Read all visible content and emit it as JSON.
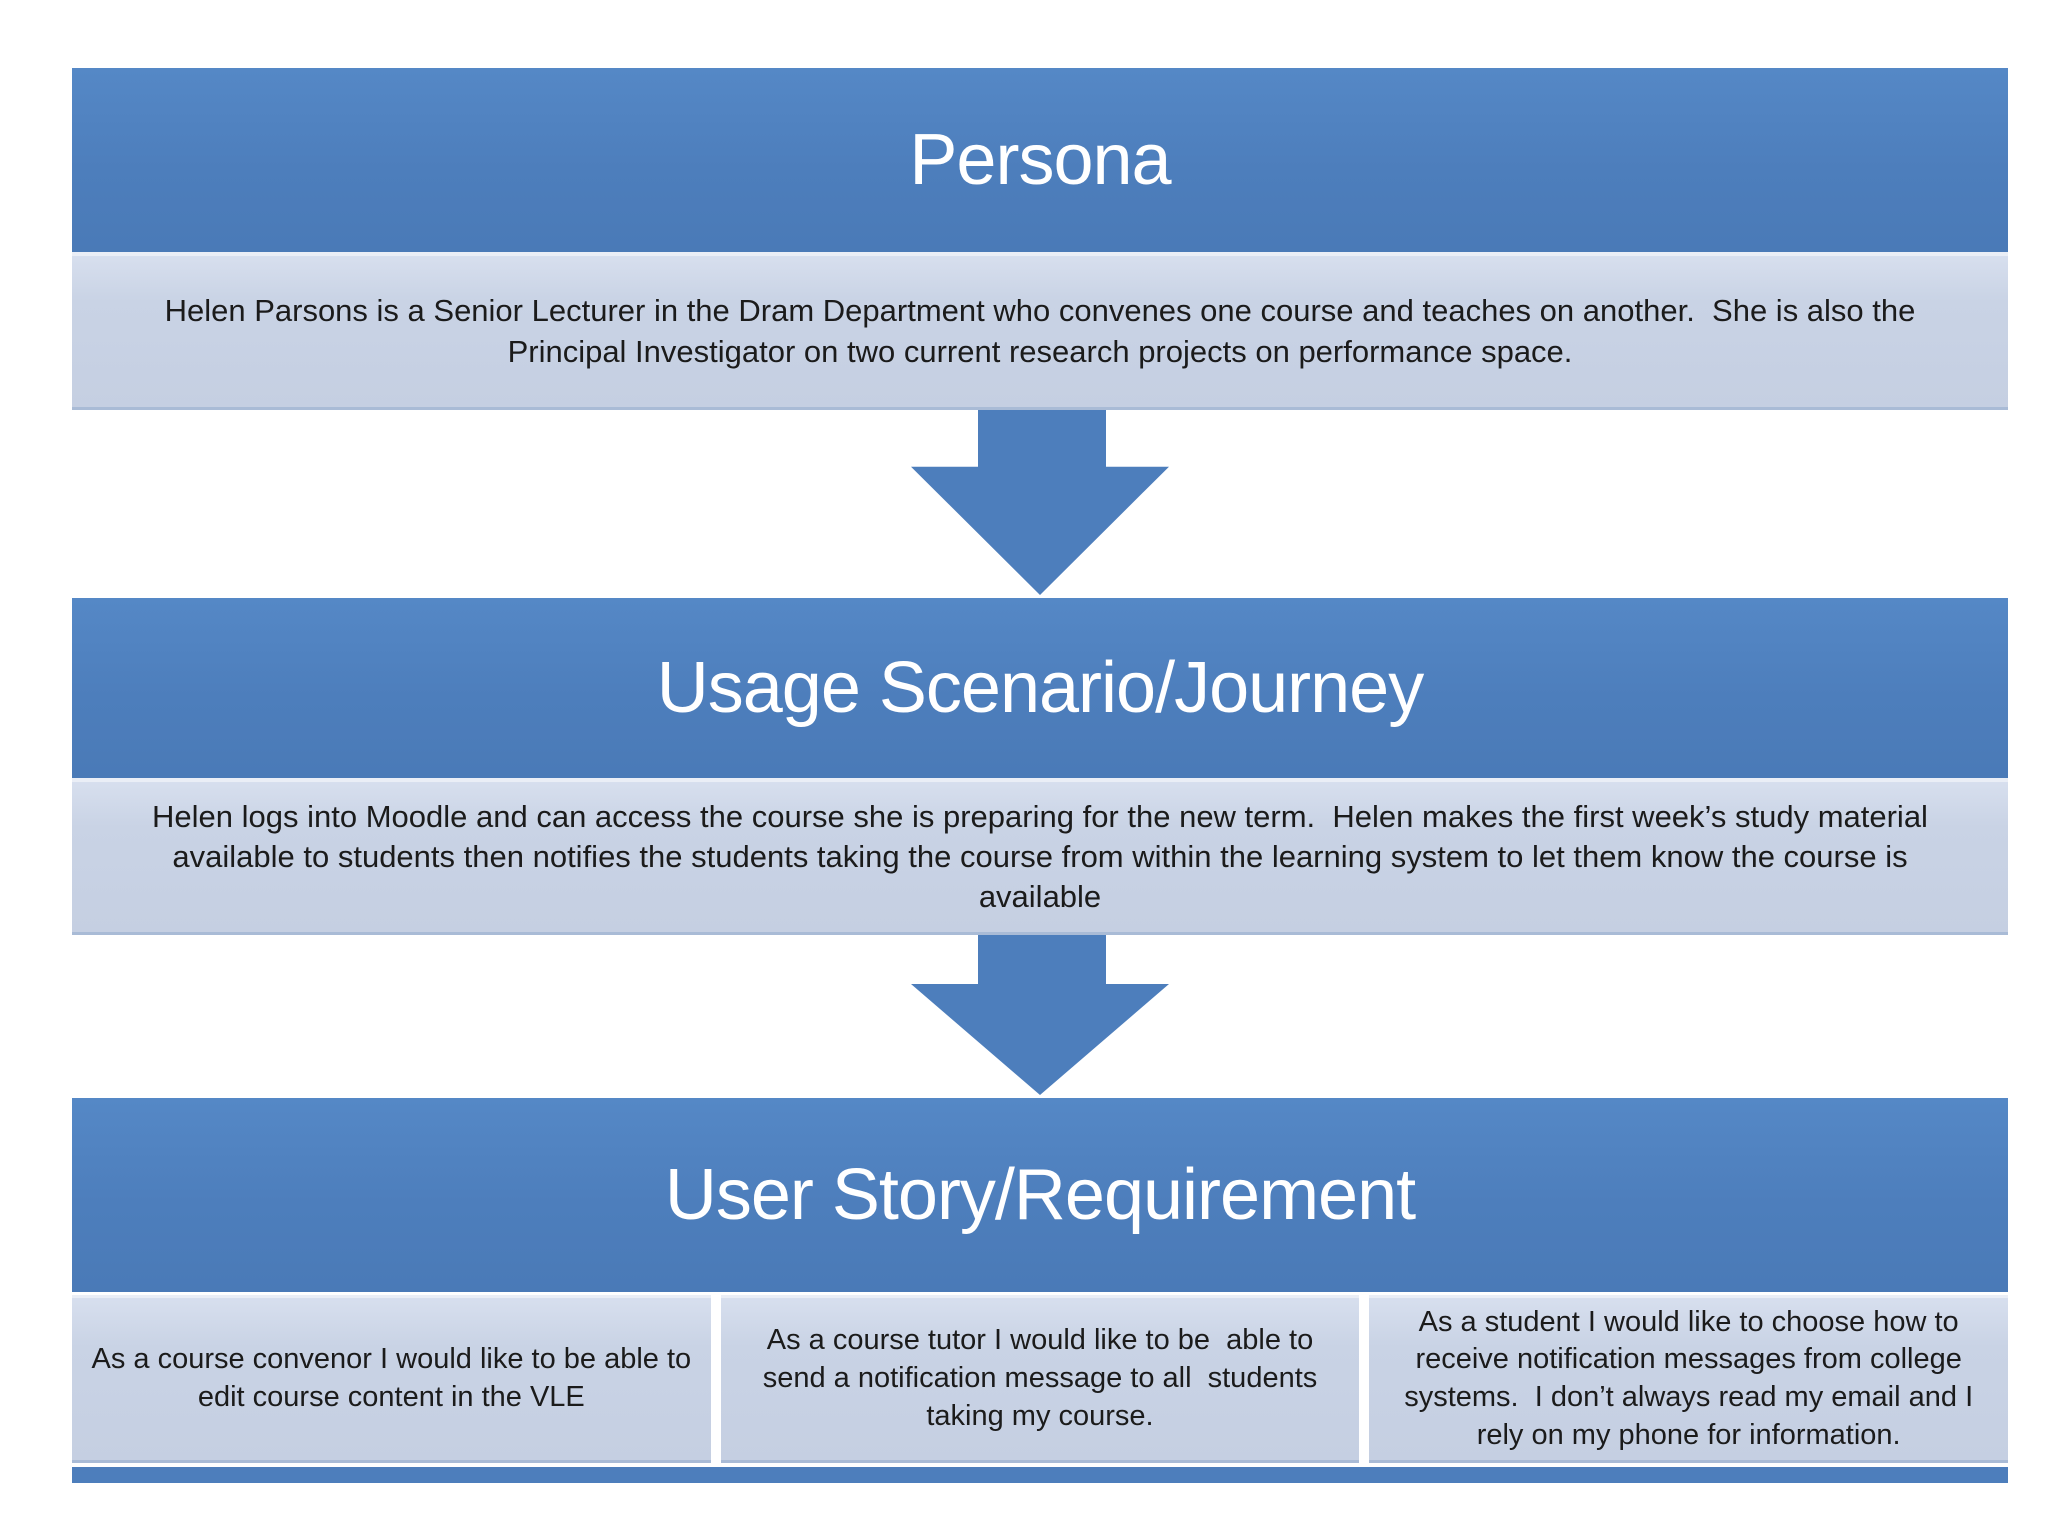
{
  "diagram": {
    "colors": {
      "accent_blue": "#4D7EBC",
      "light_panel_blue": "#C9D3E5",
      "text_dark": "#1B1B1B",
      "header_text": "#FFFFFF"
    },
    "sections": [
      {
        "title": "Persona",
        "body": "Helen Parsons is a Senior Lecturer in the Dram Department who convenes one course and teaches on another.  She is also the Principal Investigator on two current research projects on performance space."
      },
      {
        "title": "Usage Scenario/Journey",
        "body": "Helen logs into Moodle and can access the course she is preparing for the new term.  Helen makes the first week’s study material available to students then notifies the students taking the course from within the learning system to let them know the course is available"
      },
      {
        "title": "User Story/Requirement",
        "cards": [
          "As a course convenor I would like to be able to edit course content in the VLE",
          "As a course tutor I would like to be  able to send a notification message to all  students taking my course.",
          "As a student I would like to choose how to receive notification messages from college systems.  I don’t always read my email and I rely on my phone for information."
        ]
      }
    ]
  }
}
